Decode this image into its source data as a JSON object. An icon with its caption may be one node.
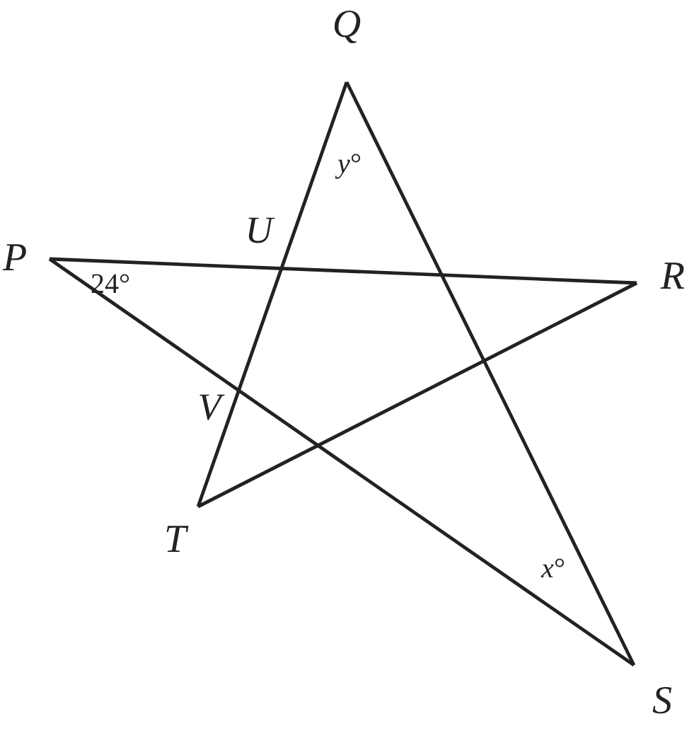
{
  "diagram": {
    "nodes": [
      {
        "text": [
          "Q"
        ]
      },
      {
        "text": [
          "P"
        ]
      },
      {
        "text": [
          "R"
        ]
      },
      {
        "text": [
          "T"
        ]
      },
      {
        "text": [
          "S"
        ]
      }
    ],
    "edges": [
      {
        "from": 0,
        "to": 3,
        "arrow": "none"
      },
      {
        "from": 0,
        "to": 4,
        "arrow": "none"
      },
      {
        "from": 1,
        "to": 2,
        "arrow": "none"
      },
      {
        "from": 1,
        "to": 4,
        "arrow": "none"
      },
      {
        "from": 3,
        "to": 2,
        "arrow": "none"
      }
    ],
    "labels": [
      "*y*°",
      "U",
      "24°",
      "V",
      "*x*°"
    ]
  }
}
